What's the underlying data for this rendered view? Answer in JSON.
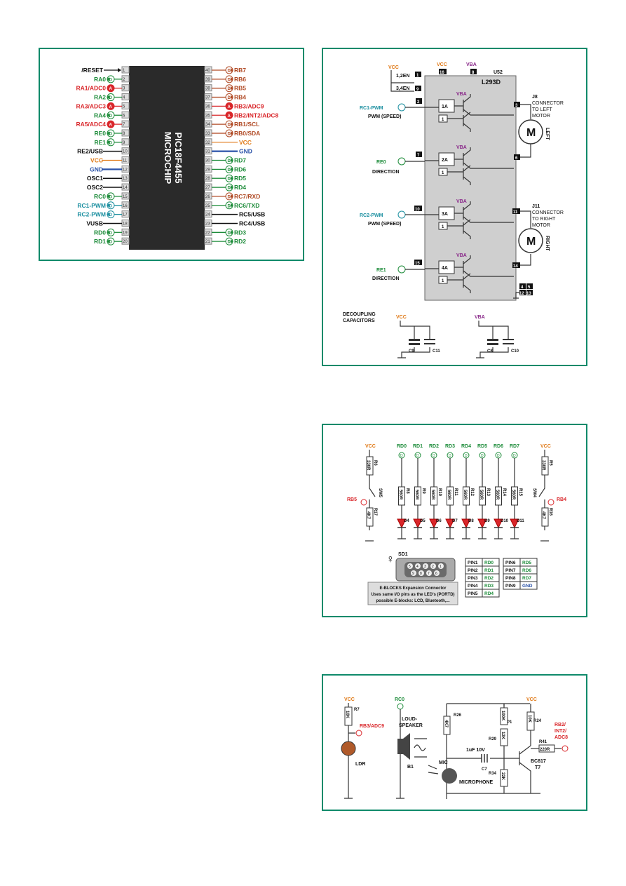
{
  "colors": {
    "border": "#0f8a6a",
    "red": "#d9262a",
    "green": "#1d8c3a",
    "orange": "#e07a18",
    "blue": "#2a52a8",
    "teal": "#1b8fa0",
    "brown": "#b04a25",
    "purple": "#8a2a8a"
  },
  "pic": {
    "chip_line1": "MICROCHIP",
    "chip_line2": "PIC18F4455",
    "left_pins": [
      {
        "n": "1",
        "label": "/RESET",
        "type": "in",
        "color": "blk"
      },
      {
        "n": "2",
        "label": "RA0",
        "type": "D",
        "color": "grn"
      },
      {
        "n": "3",
        "label": "RA1/ADC0",
        "type": "A",
        "color": "red"
      },
      {
        "n": "4",
        "label": "RA2",
        "type": "D",
        "color": "grn"
      },
      {
        "n": "5",
        "label": "RA3/ADC3",
        "type": "A",
        "color": "red"
      },
      {
        "n": "6",
        "label": "RA4",
        "type": "D",
        "color": "grn"
      },
      {
        "n": "7",
        "label": "RA5/ADC4",
        "type": "A",
        "color": "red"
      },
      {
        "n": "8",
        "label": "RE0",
        "type": "D",
        "color": "grn"
      },
      {
        "n": "9",
        "label": "RE1",
        "type": "D",
        "color": "grn"
      },
      {
        "n": "10",
        "label": "RE2/USB",
        "type": "line",
        "color": "blk"
      },
      {
        "n": "11",
        "label": "VCC",
        "type": "pwr",
        "color": "org"
      },
      {
        "n": "12",
        "label": "GND",
        "type": "gnd",
        "color": "blu"
      },
      {
        "n": "13",
        "label": "OSC1",
        "type": "line",
        "color": "blk"
      },
      {
        "n": "14",
        "label": "OSC2",
        "type": "line",
        "color": "blk"
      },
      {
        "n": "15",
        "label": "RC0",
        "type": "D",
        "color": "grn"
      },
      {
        "n": "16",
        "label": "RC1-PWM",
        "type": "D",
        "color": "teal"
      },
      {
        "n": "17",
        "label": "RC2-PWM",
        "type": "D",
        "color": "teal"
      },
      {
        "n": "18",
        "label": "VUSB",
        "type": "line",
        "color": "blk"
      },
      {
        "n": "19",
        "label": "RD0",
        "type": "D",
        "color": "grn"
      },
      {
        "n": "20",
        "label": "RD1",
        "type": "D",
        "color": "grn"
      }
    ],
    "right_pins": [
      {
        "n": "40",
        "label": "RB7",
        "type": "D",
        "color": "brn"
      },
      {
        "n": "39",
        "label": "RB6",
        "type": "D",
        "color": "brn"
      },
      {
        "n": "38",
        "label": "RB5",
        "type": "D",
        "color": "brn"
      },
      {
        "n": "37",
        "label": "RB4",
        "type": "D",
        "color": "brn"
      },
      {
        "n": "36",
        "label": "RB3/ADC9",
        "type": "A",
        "color": "red"
      },
      {
        "n": "35",
        "label": "RB2/INT2/ADC8",
        "type": "AD",
        "color": "red"
      },
      {
        "n": "34",
        "label": "RB1/SCL",
        "type": "D",
        "color": "brn"
      },
      {
        "n": "33",
        "label": "RB0/SDA",
        "type": "D",
        "color": "brn"
      },
      {
        "n": "32",
        "label": "VCC",
        "type": "pwr",
        "color": "org"
      },
      {
        "n": "31",
        "label": "GND",
        "type": "gnd",
        "color": "blu"
      },
      {
        "n": "30",
        "label": "RD7",
        "type": "D",
        "color": "grn"
      },
      {
        "n": "29",
        "label": "RD6",
        "type": "D",
        "color": "grn"
      },
      {
        "n": "28",
        "label": "RD5",
        "type": "D",
        "color": "grn"
      },
      {
        "n": "27",
        "label": "RD4",
        "type": "D",
        "color": "grn"
      },
      {
        "n": "26",
        "label": "RC7/RXD",
        "type": "D",
        "color": "brn"
      },
      {
        "n": "25",
        "label": "RC6/TXD",
        "type": "D",
        "color": "grn"
      },
      {
        "n": "24",
        "label": "RC5/USB",
        "type": "line",
        "color": "blk"
      },
      {
        "n": "23",
        "label": "RC4/USB",
        "type": "line",
        "color": "blk"
      },
      {
        "n": "22",
        "label": "RD3",
        "type": "D",
        "color": "grn"
      },
      {
        "n": "21",
        "label": "RD2",
        "type": "D",
        "color": "grn"
      }
    ]
  },
  "motor": {
    "vcc": "VCC",
    "vba": "VBA",
    "u52": "U52",
    "chip": "L293D",
    "en12": "1,2EN",
    "en34": "3,4EN",
    "pin1": "1",
    "pin9": "9",
    "pin16": "16",
    "pin8": "8",
    "pin2": "2",
    "pin3": "3",
    "pin6": "6",
    "pin7": "7",
    "pin10": "10",
    "pin11": "11",
    "pin15": "15",
    "pin14": "14",
    "pin4": "4",
    "pin5": "5",
    "pin12": "12",
    "pin13": "13",
    "rc1": "RC1-PWM",
    "pwm_speed": "PWM (SPEED)",
    "re0": "RE0",
    "direction": "DIRECTION",
    "rc2": "RC2-PWM",
    "re1": "RE1",
    "ch1": "1A",
    "ch2": "2A",
    "ch3": "3A",
    "ch4": "4A",
    "one": "1",
    "j8": "J8",
    "connector": "CONNECTOR",
    "to_left": "TO  LEFT",
    "motor_word": "MOTOR",
    "left": "LEFT",
    "j11": "J11",
    "to_right": "TO  RIGHT",
    "right": "RIGHT",
    "m": "M",
    "decoupling": "DECOUPLING",
    "capacitors": "CAPACITORS",
    "c9": "C9",
    "c11": "C11",
    "c8": "C8",
    "c10": "C10"
  },
  "leds": {
    "vcc": "VCC",
    "r6": "R6",
    "r6v": "330R",
    "r5": "R5",
    "r5v": "330R",
    "sw5": "SW5",
    "sw4": "SW4",
    "rb5": "RB5",
    "rb4": "RB4",
    "r17": "R17",
    "r17v": "4K7",
    "r16": "R16",
    "r16v": "4K7",
    "ports": [
      "RD0",
      "RD1",
      "RD2",
      "RD3",
      "RD4",
      "RD5",
      "RD6",
      "RD7"
    ],
    "resistors": [
      "R8",
      "R9",
      "R10",
      "R11",
      "R12",
      "R13",
      "R14",
      "R15"
    ],
    "rvals": [
      "560R",
      "560R",
      "560R",
      "560R",
      "560R",
      "560R",
      "560R",
      "560R"
    ],
    "diodes": [
      "D4",
      "D5",
      "D6",
      "D7",
      "D8",
      "D9",
      "D10",
      "D11"
    ],
    "d": "D",
    "sd1": "SD1",
    "db_top": [
      "5",
      "4",
      "3",
      "2",
      "1"
    ],
    "db_bot": [
      "9",
      "8",
      "7",
      "6"
    ],
    "note1": "E-BLOCKS Expansion Connector",
    "note2": "Uses same I/O pins as the LED's (PORTD)",
    "note3": "possible E-blocks: LCD, Bluetooth,...",
    "table": [
      [
        "PIN1",
        "RD0",
        "PIN6",
        "RD5"
      ],
      [
        "PIN2",
        "RD1",
        "PIN7",
        "RD6"
      ],
      [
        "PIN3",
        "RD2",
        "PIN8",
        "RD7"
      ],
      [
        "PIN4",
        "RD3",
        "PIN9",
        "GND"
      ],
      [
        "PIN5",
        "RD4",
        "",
        ""
      ]
    ]
  },
  "sensors": {
    "vcc": "VCC",
    "r7": "R7",
    "r7v": "10K",
    "rb3": "RB3/ADC9",
    "ldr": "LDR",
    "rc0": "RC0",
    "d": "D",
    "loud": "LOUD-",
    "speaker": "SPEAKER",
    "b1": "B1",
    "r26": "R26",
    "r26v": "4K7",
    "p1": "P1",
    "p1v": "100K",
    "r29": "R29",
    "r29v": "12K",
    "r34": "R34",
    "r34v": "22K",
    "c7v": "1uF 10V",
    "c7": "C7",
    "mic": "MIC",
    "microphone": "MICROPHONE",
    "r24": "R24",
    "r24v": "10K",
    "r41": "R41",
    "r41v": "220R",
    "bc": "BC817",
    "t7": "T7",
    "rb2a": "RB2/",
    "rb2b": "INT2/",
    "rb2c": "ADC8",
    "a": "A"
  }
}
